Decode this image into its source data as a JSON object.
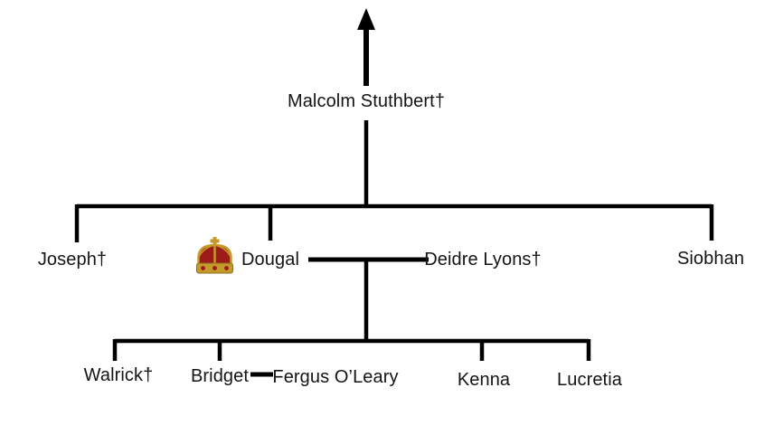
{
  "people": {
    "malcolm": "Malcolm Stuthbert†",
    "joseph": "Joseph†",
    "dougal": "Dougal",
    "deidre": "Deidre Lyons†",
    "siobhan": "Siobhan",
    "walrick": "Walrick†",
    "bridget": "Bridget",
    "fergus": "Fergus O’Leary",
    "kenna": "Kenna",
    "lucretia": "Lucretia"
  },
  "icons": {
    "crown": "crown-icon"
  },
  "colors": {
    "line": "#000000",
    "text": "#141414",
    "crown_gold": "#c49a2a",
    "crown_red": "#9e1b1b"
  }
}
